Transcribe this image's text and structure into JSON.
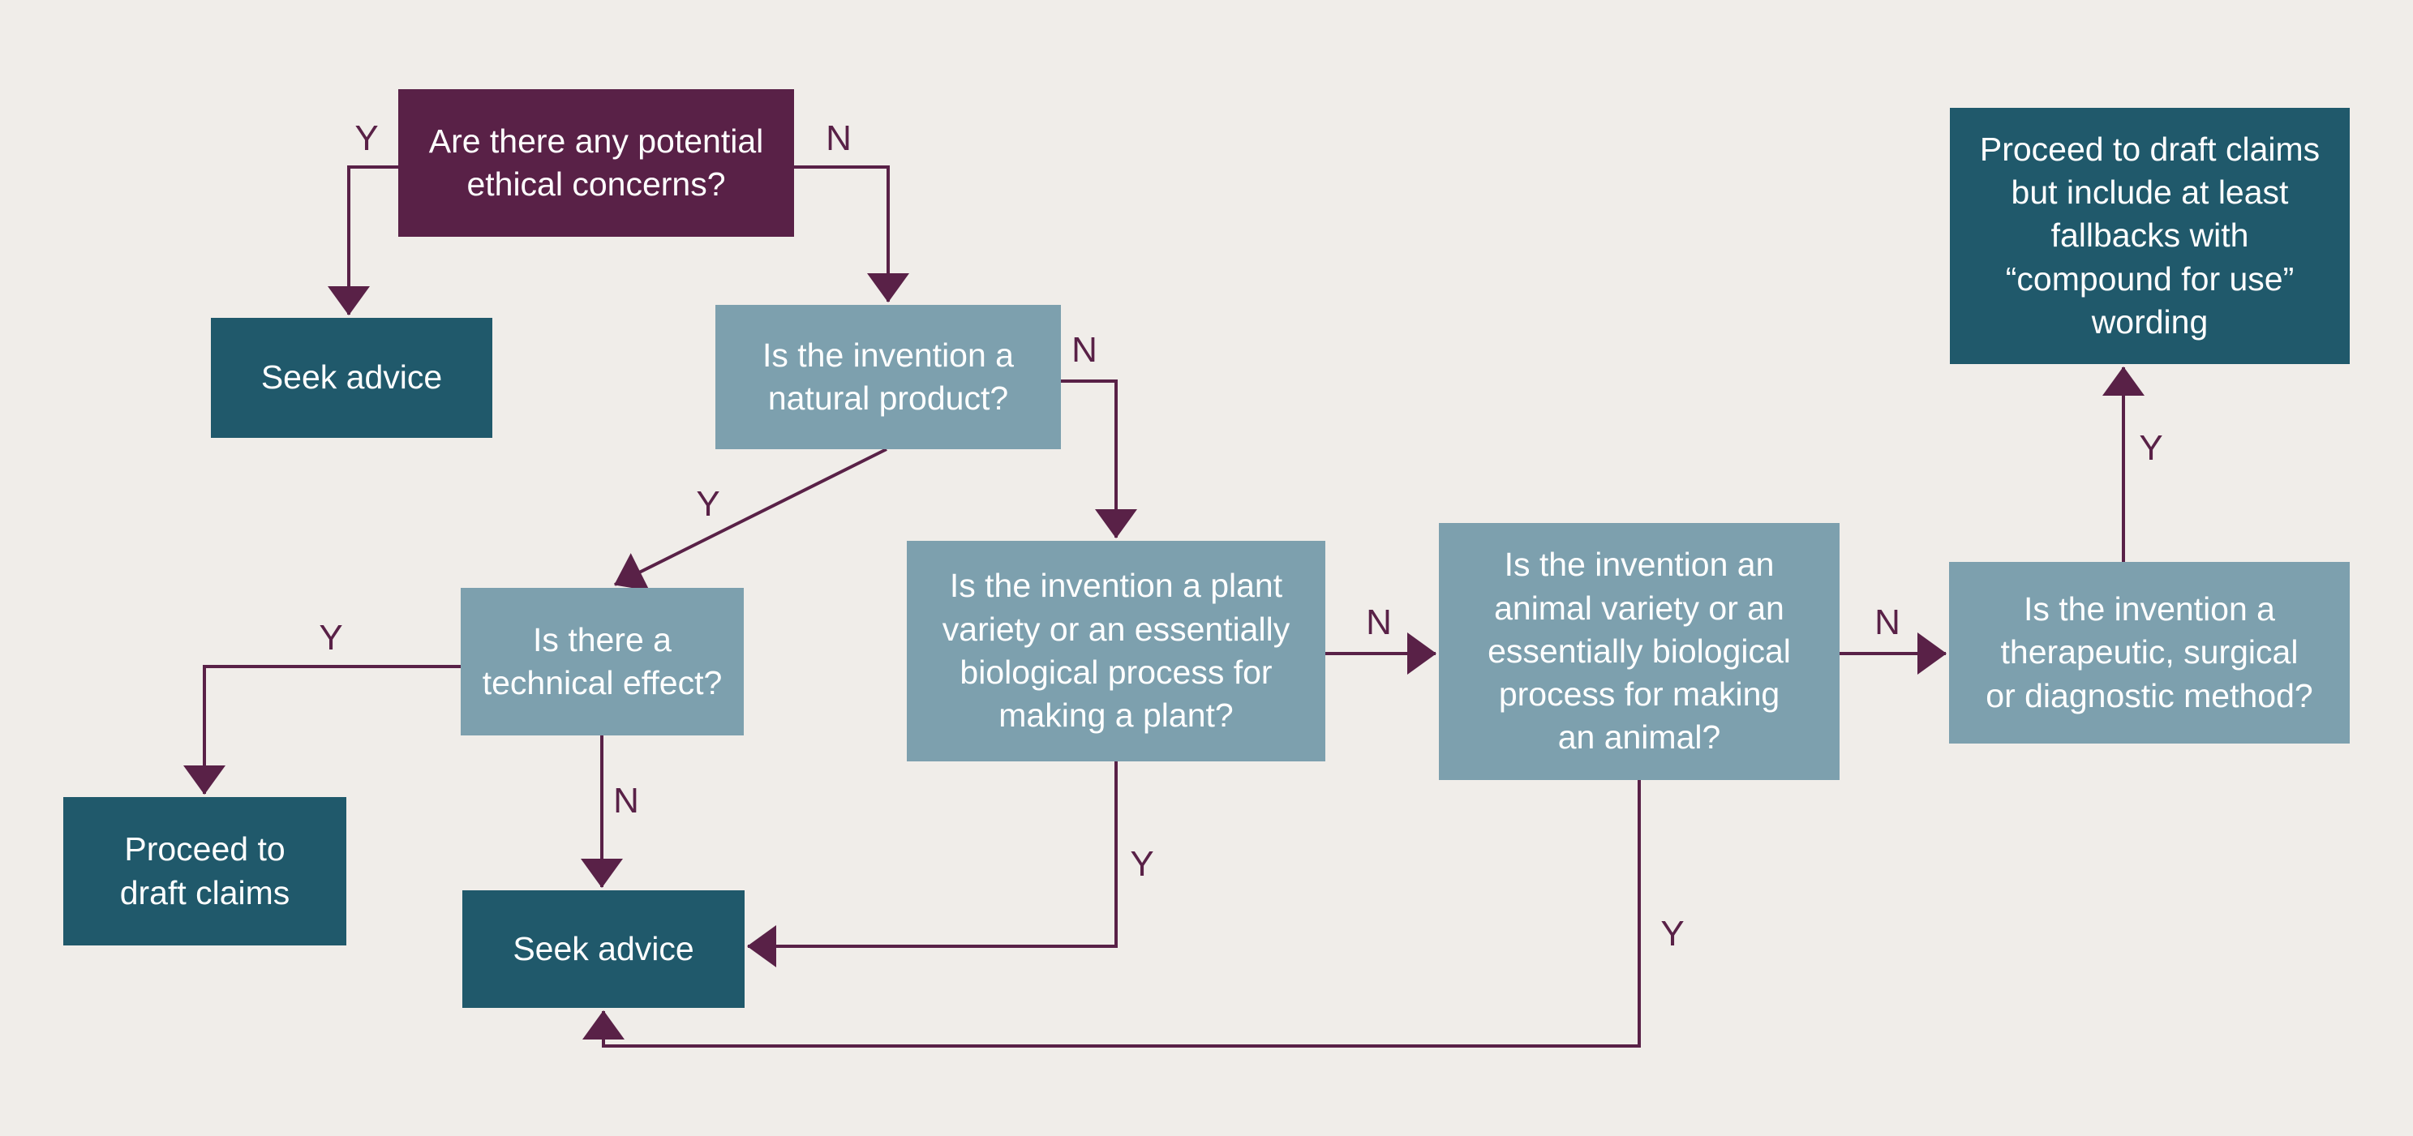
{
  "colors": {
    "background": "#F0EDE9",
    "purple": "#592147",
    "teal": "#20596B",
    "bluegray": "#7DA0AE",
    "node_text": "#FFFFFF"
  },
  "nodes": {
    "ethical": {
      "text": "Are there any potential\nethical concerns?"
    },
    "seek_advice_left": {
      "text": "Seek advice"
    },
    "natural_product": {
      "text": "Is the invention a\nnatural product?"
    },
    "technical_effect": {
      "text": "Is there a\ntechnical effect?"
    },
    "proceed_draft": {
      "text": "Proceed to\ndraft claims"
    },
    "seek_advice_center": {
      "text": "Seek advice"
    },
    "plant": {
      "text": "Is the invention a plant\nvariety or an essentially\nbiological process for\nmaking a plant?"
    },
    "animal": {
      "text": "Is the invention an\nanimal variety or an\nessentially biological\nprocess for making\nan animal?"
    },
    "therapeutic": {
      "text": "Is the invention a\ntherapeutic, surgical\nor diagnostic method?"
    },
    "proceed_fallbacks": {
      "text": "Proceed to draft claims\nbut include at least\nfallbacks with\n“compound for use”\nwording"
    }
  },
  "edge_labels": {
    "ethical_yes": "Y",
    "ethical_no": "N",
    "natural_no": "N",
    "natural_yes": "Y",
    "technical_yes": "Y",
    "technical_no": "N",
    "plant_no": "N",
    "plant_yes": "Y",
    "animal_no": "N",
    "animal_yes": "Y",
    "therapeutic_yes": "Y"
  }
}
